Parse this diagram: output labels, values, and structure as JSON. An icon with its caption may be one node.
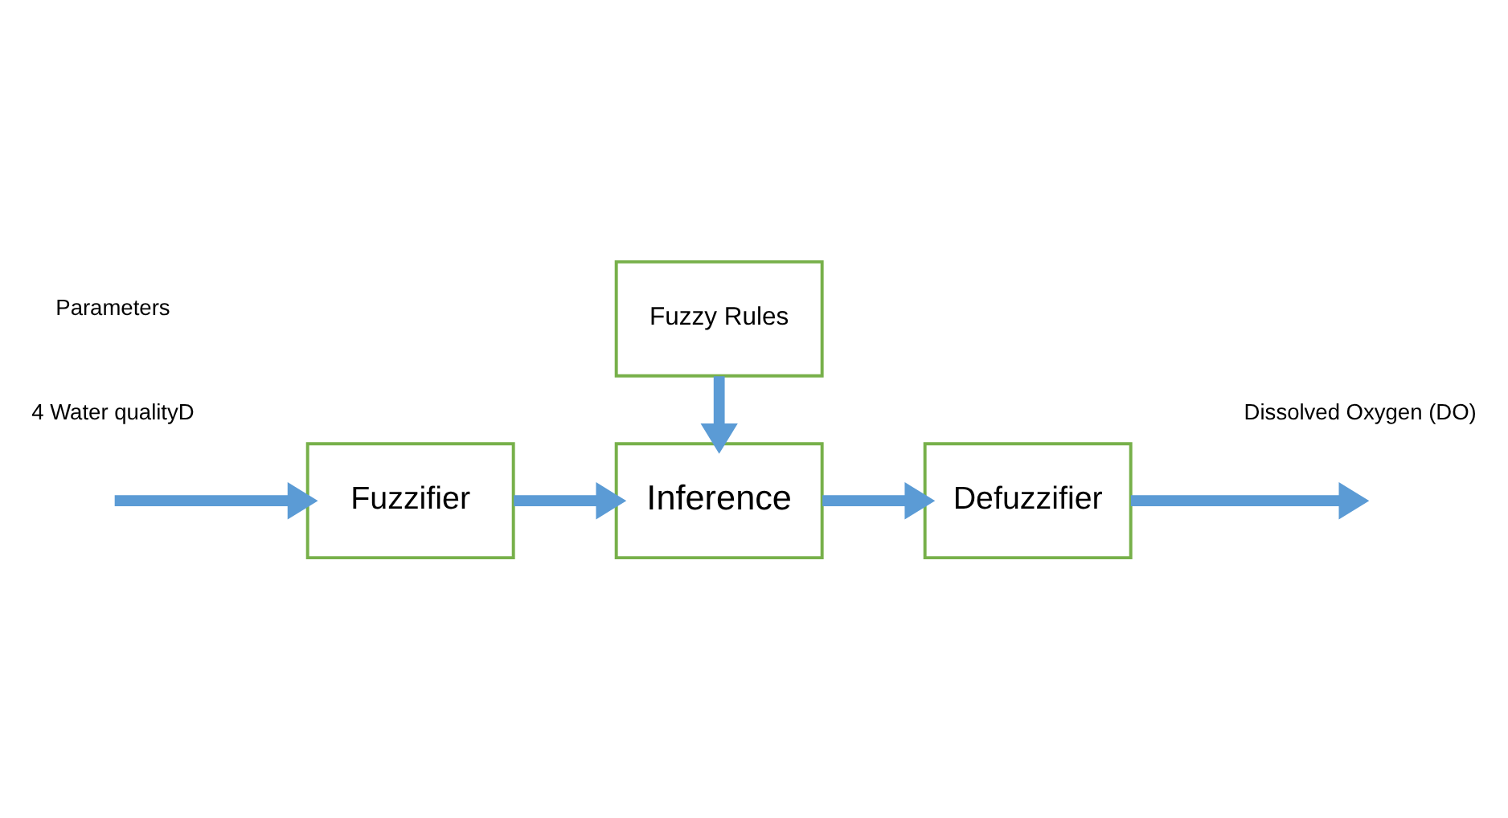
{
  "diagram": {
    "nodes": [
      {
        "text": [
          "Fuzzy Rules"
        ]
      },
      {
        "text": [
          "Fuzzifier"
        ]
      },
      {
        "text": [
          "Inference"
        ]
      },
      {
        "text": [
          "Defuzzifier"
        ]
      }
    ],
    "edges": [
      {
        "from": 0,
        "to": 2,
        "arrow": "to"
      },
      {
        "from": null,
        "to": 1,
        "arrow": "to"
      },
      {
        "from": 1,
        "to": 2,
        "arrow": "to"
      },
      {
        "from": 2,
        "to": 3,
        "arrow": "to"
      },
      {
        "from": 3,
        "to": null,
        "arrow": "to"
      }
    ],
    "labels": [
      "Dissolved Oxygen (DO)",
      "4 Water qualityD",
      "Parameters"
    ]
  }
}
